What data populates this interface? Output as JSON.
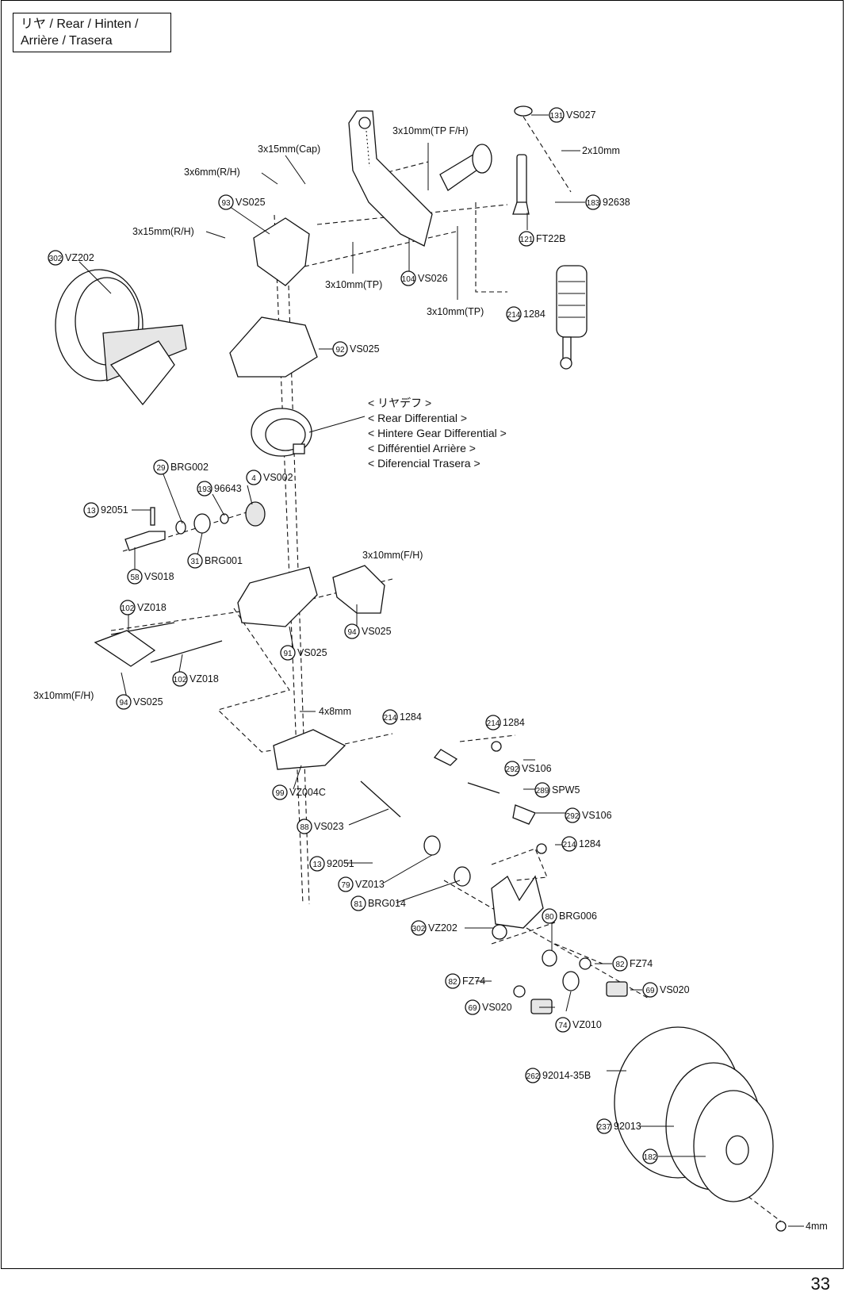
{
  "header": {
    "title_line1": "リヤ /  Rear / Hinten /",
    "title_line2": "Arrière / Trasera"
  },
  "page_number": "33",
  "differential_caption": [
    "< リヤデフ >",
    "< Rear Differential >",
    "< Hintere Gear Differential >",
    "< Différentiel Arrière >",
    "< Diferencial Trasera  >"
  ],
  "callouts": [
    {
      "num": "131",
      "part": "VS027"
    },
    {
      "num": "183",
      "part": "92638"
    },
    {
      "num": "121",
      "part": "FT22B"
    },
    {
      "num": "93",
      "part": "VS025"
    },
    {
      "num": "302",
      "part": "VZ202"
    },
    {
      "num": "104",
      "part": "VS026"
    },
    {
      "num": "214",
      "part": "1284"
    },
    {
      "num": "92",
      "part": "VS025"
    },
    {
      "num": "29",
      "part": "BRG002"
    },
    {
      "num": "193",
      "part": "96643"
    },
    {
      "num": "4",
      "part": "VS002"
    },
    {
      "num": "13",
      "part": "92051"
    },
    {
      "num": "31",
      "part": "BRG001"
    },
    {
      "num": "58",
      "part": "VS018"
    },
    {
      "num": "102",
      "part": "VZ018"
    },
    {
      "num": "94",
      "part": "VS025"
    },
    {
      "num": "91",
      "part": "VS025"
    },
    {
      "num": "102",
      "part": "VZ018"
    },
    {
      "num": "94",
      "part": "VS025"
    },
    {
      "num": "214",
      "part": "1284"
    },
    {
      "num": "214",
      "part": "1284"
    },
    {
      "num": "292",
      "part": "VS106"
    },
    {
      "num": "289",
      "part": "SPW5"
    },
    {
      "num": "292",
      "part": "VS106"
    },
    {
      "num": "214",
      "part": "1284"
    },
    {
      "num": "99",
      "part": "VZ004C"
    },
    {
      "num": "88",
      "part": "VS023"
    },
    {
      "num": "13",
      "part": "92051"
    },
    {
      "num": "79",
      "part": "VZ013"
    },
    {
      "num": "81",
      "part": "BRG014"
    },
    {
      "num": "80",
      "part": "BRG006"
    },
    {
      "num": "302",
      "part": "VZ202"
    },
    {
      "num": "82",
      "part": "FZ74"
    },
    {
      "num": "69",
      "part": "VS020"
    },
    {
      "num": "82",
      "part": "FZ74"
    },
    {
      "num": "69",
      "part": "VS020"
    },
    {
      "num": "74",
      "part": "VZ010"
    },
    {
      "num": "262",
      "part": "92014-35B"
    },
    {
      "num": "237",
      "part": "92013"
    },
    {
      "num": "182",
      "part": ""
    }
  ],
  "screw_labels": [
    "2x10mm",
    "3x10mm(TP F/H)",
    "3x15mm(Cap)",
    "3x6mm(R/H)",
    "3x15mm(R/H)",
    "3x10mm(TP)",
    "3x10mm(TP)",
    "3x10mm(F/H)",
    "3x10mm(F/H)",
    "4x8mm",
    "4mm"
  ]
}
